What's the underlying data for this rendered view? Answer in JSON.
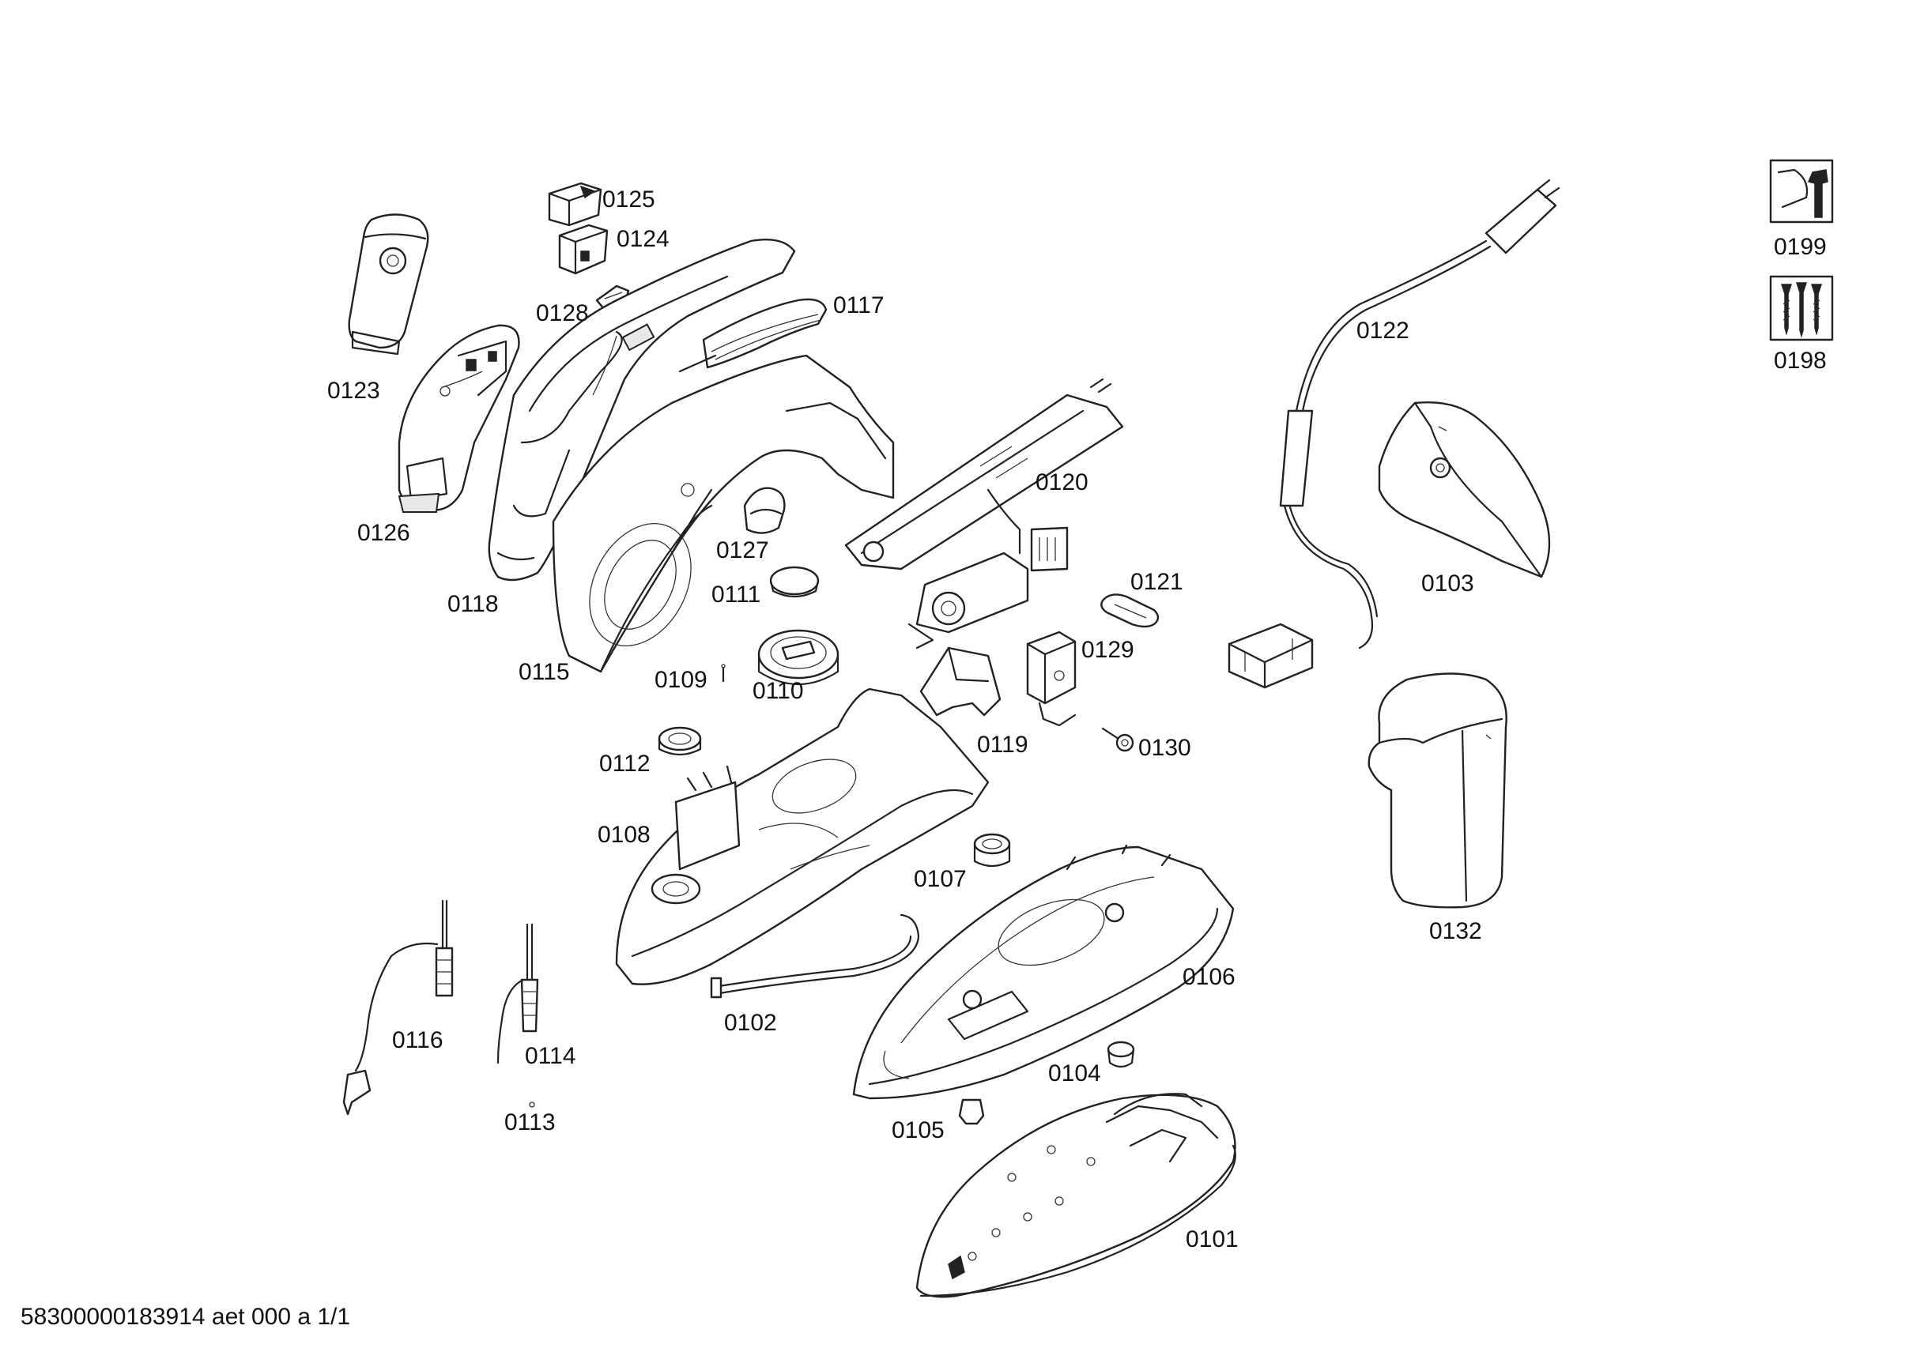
{
  "parts": {
    "p0101": "0101",
    "p0102": "0102",
    "p0103": "0103",
    "p0104": "0104",
    "p0105": "0105",
    "p0106": "0106",
    "p0107": "0107",
    "p0108": "0108",
    "p0109": "0109",
    "p0110": "0110",
    "p0111": "0111",
    "p0112": "0112",
    "p0113": "0113",
    "p0114": "0114",
    "p0115": "0115",
    "p0116": "0116",
    "p0117": "0117",
    "p0118": "0118",
    "p0119": "0119",
    "p0120": "0120",
    "p0121": "0121",
    "p0122": "0122",
    "p0123": "0123",
    "p0124": "0124",
    "p0125": "0125",
    "p0126": "0126",
    "p0127": "0127",
    "p0128": "0128",
    "p0129": "0129",
    "p0130": "0130",
    "p0132": "0132",
    "p0198": "0198",
    "p0199": "0199"
  },
  "icons": {
    "p0199": "service-tool-icon",
    "p0198": "screws-icon"
  },
  "footer": "58300000183914 aet 000 a 1/1"
}
